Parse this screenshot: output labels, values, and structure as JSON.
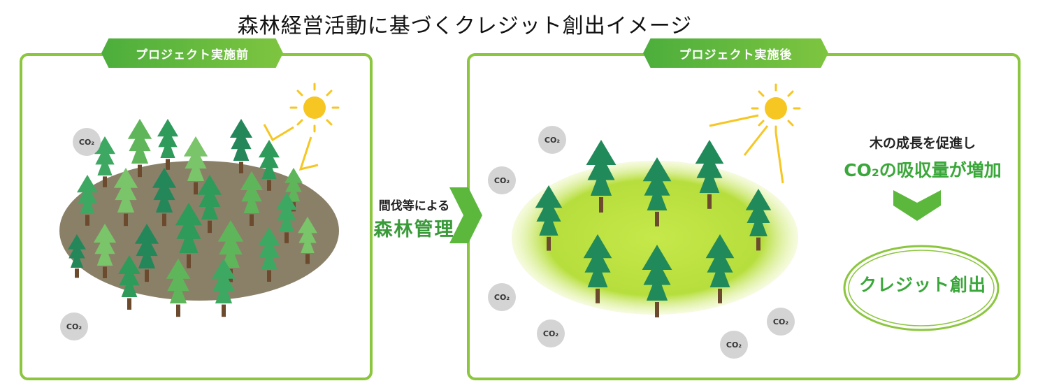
{
  "title": "森林経営活動に基づくクレジット創出イメージ",
  "before_tab": "プロジェクト実施前",
  "after_tab": "プロジェクト実施後",
  "middle_line1": "間伐等による",
  "middle_line2": "森林管理",
  "right_line1": "木の成長を促進し",
  "right_line2": "CO₂の吸収量が増加",
  "credit_label": "クレジット創出",
  "co2_label": "CO₂",
  "colors": {
    "frame": "#8cc63f",
    "tab": "#5cb83c",
    "accent_text": "#3aa73a",
    "sun": "#f6c623"
  }
}
